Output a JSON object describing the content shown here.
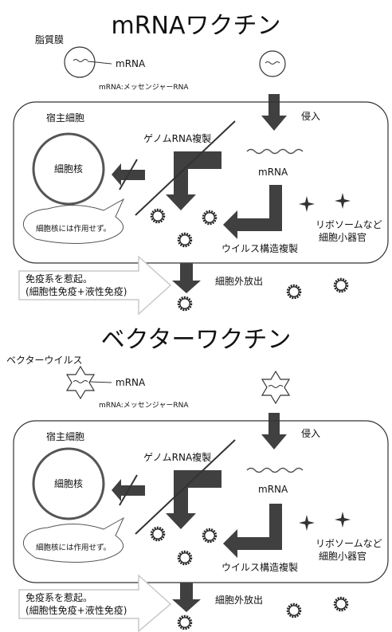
{
  "mrna_section": {
    "title": "mRNAワクチン",
    "lipid_label": "脂質膜",
    "mrna_label": "mRNA",
    "caption": "mRNA:メッセンジャーRNA",
    "host_cell": "宿主細胞",
    "invasion": "侵入",
    "genome_replication": "ゲノムRNA複製",
    "nucleus": "細胞核",
    "inner_mrna": "mRNA",
    "nucleus_note": "細胞核には作用せず。",
    "ribosome": "リボソームなど",
    "organelle": "細胞小器官",
    "virus_replication": "ウイルス構造複製",
    "release": "細胞外放出",
    "immune_line1": "免疫系を惹起。",
    "immune_line2": "(細胞性免疫+液性免疫)"
  },
  "vector_section": {
    "title": "ベクターワクチン",
    "vector_label": "ベクターウイルス",
    "mrna_label": "mRNA",
    "caption": "mRNA:メッセンジャーRNA",
    "host_cell": "宿主細胞",
    "invasion": "侵入",
    "genome_replication": "ゲノムRNA複製",
    "nucleus": "細胞核",
    "inner_mrna": "mRNA",
    "nucleus_note": "細胞核には作用せず。",
    "ribosome": "リボソームなど",
    "organelle": "細胞小器官",
    "virus_replication": "ウイルス構造複製",
    "release": "細胞外放出",
    "immune_line1": "免疫系を惹起。",
    "immune_line2": "(細胞性免疫+液性免疫)"
  },
  "colors": {
    "arrow": "#404040",
    "outline": "#333333",
    "hollow_arrow": "#c8c8c8"
  }
}
